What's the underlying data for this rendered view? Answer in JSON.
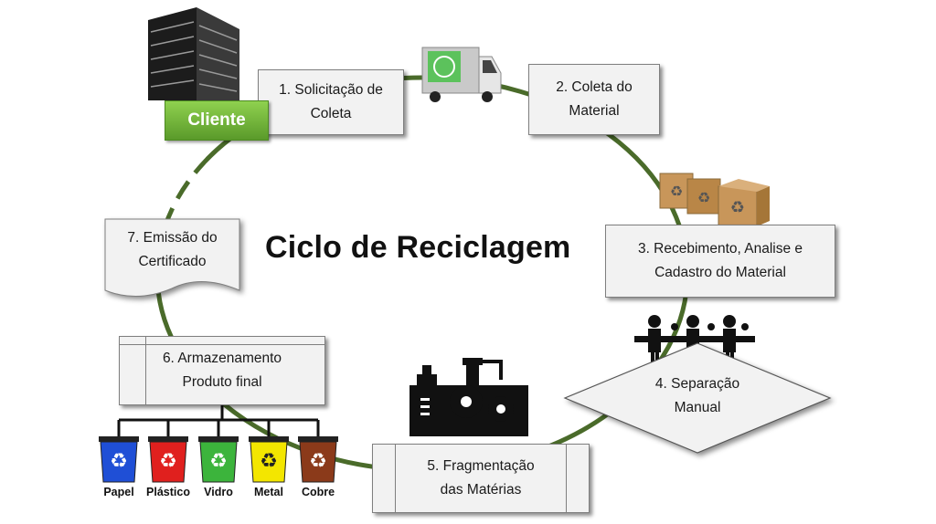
{
  "title": "Ciclo de Reciclagem",
  "client_label": "Cliente",
  "steps": [
    {
      "line1": "1. Solicitação de",
      "line2": "Coleta"
    },
    {
      "line1": "2. Coleta do",
      "line2": "Material"
    },
    {
      "line1": "3. Recebimento, Analise e",
      "line2": "Cadastro do Material"
    },
    {
      "line1": "4. Separação",
      "line2": "Manual"
    },
    {
      "line1": "5. Fragmentação",
      "line2": "das Matérias"
    },
    {
      "line1": "6. Armazenamento",
      "line2": "Produto final"
    },
    {
      "line1": "7. Emissão do",
      "line2": "Certificado"
    }
  ],
  "bins": [
    {
      "label": "Papel",
      "color": "#1f4fd6"
    },
    {
      "label": "Plástico",
      "color": "#e0201e"
    },
    {
      "label": "Vidro",
      "color": "#3cb43c"
    },
    {
      "label": "Metal",
      "color": "#f3e600"
    },
    {
      "label": "Cobre",
      "color": "#8b3a1a"
    }
  ],
  "colors": {
    "cycle": "#4a6b2a",
    "box_fill": "#f2f2f2",
    "cliente_green": "#6fb43a"
  }
}
